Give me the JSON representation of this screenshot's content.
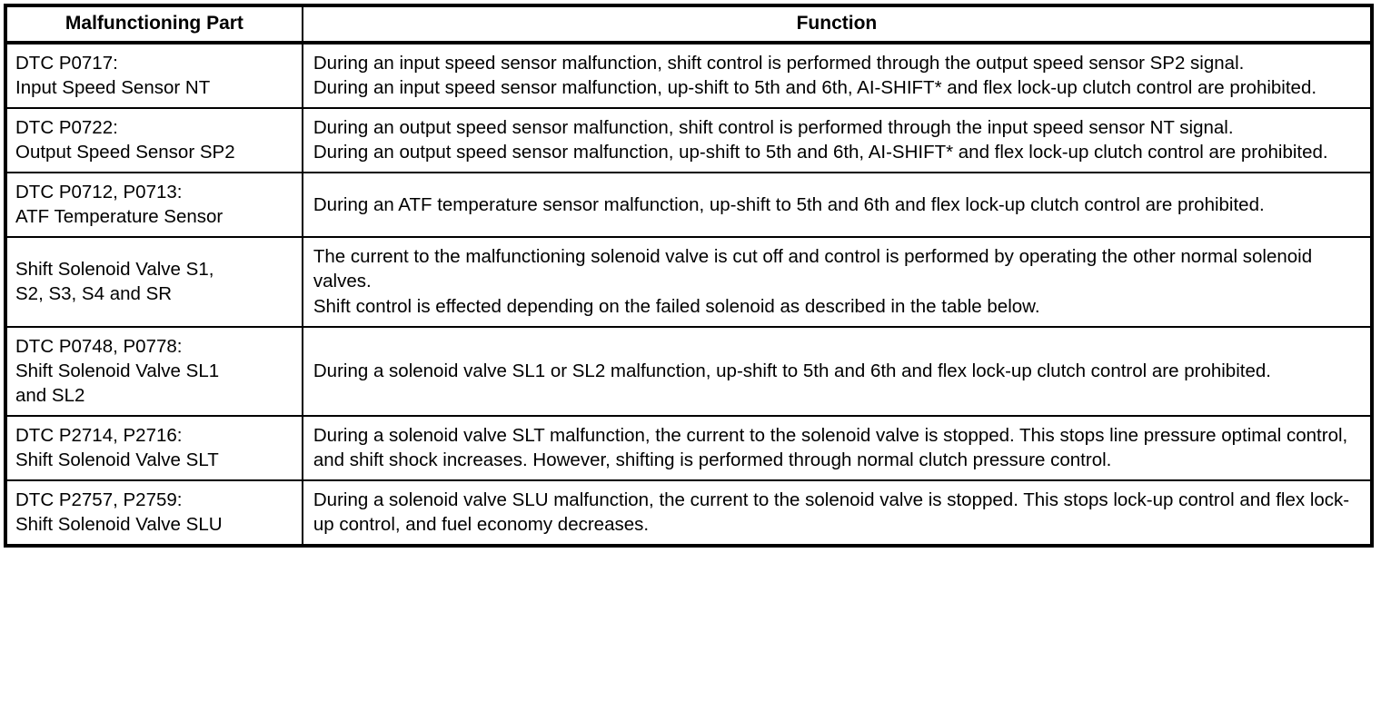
{
  "table": {
    "headers": {
      "part": "Malfunctioning Part",
      "function": "Function"
    },
    "rows": [
      {
        "part": "DTC P0717:\nInput Speed Sensor NT",
        "function": "During an input speed sensor malfunction, shift control is performed through the output speed sensor SP2 signal.\nDuring an input speed sensor malfunction, up-shift to 5th and 6th, AI-SHIFT* and flex lock-up clutch control are prohibited."
      },
      {
        "part": "DTC P0722:\nOutput Speed Sensor SP2",
        "function": "During an output speed sensor malfunction, shift control is performed through the input speed sensor NT signal.\nDuring an output speed sensor malfunction, up-shift to 5th and 6th, AI-SHIFT* and flex lock-up clutch control are prohibited."
      },
      {
        "part": "DTC P0712, P0713:\nATF Temperature Sensor",
        "function": "During an ATF temperature sensor malfunction, up-shift to 5th and 6th and flex lock-up clutch control are prohibited."
      },
      {
        "part": "Shift Solenoid Valve S1,\nS2, S3, S4 and SR",
        "function": "The current to the malfunctioning solenoid valve is cut off and control is performed by operating the other normal solenoid valves.\nShift control is effected depending on the failed solenoid as described in the table below."
      },
      {
        "part": "DTC P0748, P0778:\nShift Solenoid Valve SL1\nand SL2",
        "function": "During a solenoid valve SL1 or SL2 malfunction, up-shift to 5th and 6th and flex lock-up clutch control are prohibited."
      },
      {
        "part": "DTC P2714, P2716:\nShift Solenoid Valve SLT",
        "function": "During a solenoid valve SLT malfunction, the current to the solenoid valve is stopped. This stops line pressure optimal control, and shift shock increases. However, shifting is performed through normal clutch pressure control."
      },
      {
        "part": "DTC P2757, P2759:\nShift Solenoid Valve SLU",
        "function": "During a solenoid valve SLU malfunction, the current to the solenoid valve is stopped. This stops lock-up control and flex lock-up control, and fuel economy decreases."
      }
    ]
  },
  "colors": {
    "border": "#000000",
    "text": "#000000",
    "background": "#ffffff"
  }
}
